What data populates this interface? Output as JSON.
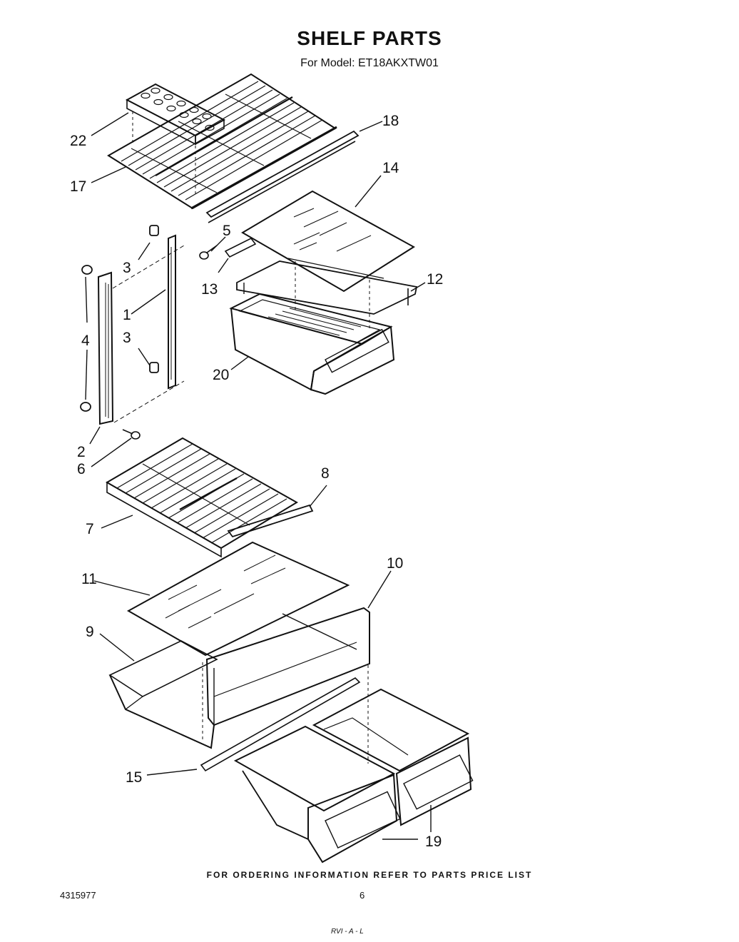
{
  "header": {
    "title": "SHELF PARTS",
    "model_line": "For Model: ET18AKXTW01"
  },
  "callouts": [
    "22",
    "17",
    "18",
    "14",
    "5",
    "3",
    "13",
    "12",
    "4",
    "1",
    "3",
    "20",
    "2",
    "6",
    "8",
    "7",
    "10",
    "11",
    "9",
    "15",
    "19"
  ],
  "footer": {
    "ordering_note": "FOR ORDERING INFORMATION REFER TO PARTS PRICE LIST",
    "document_number": "4315977",
    "page_number": "6",
    "stamp": "RVI - A - L"
  }
}
